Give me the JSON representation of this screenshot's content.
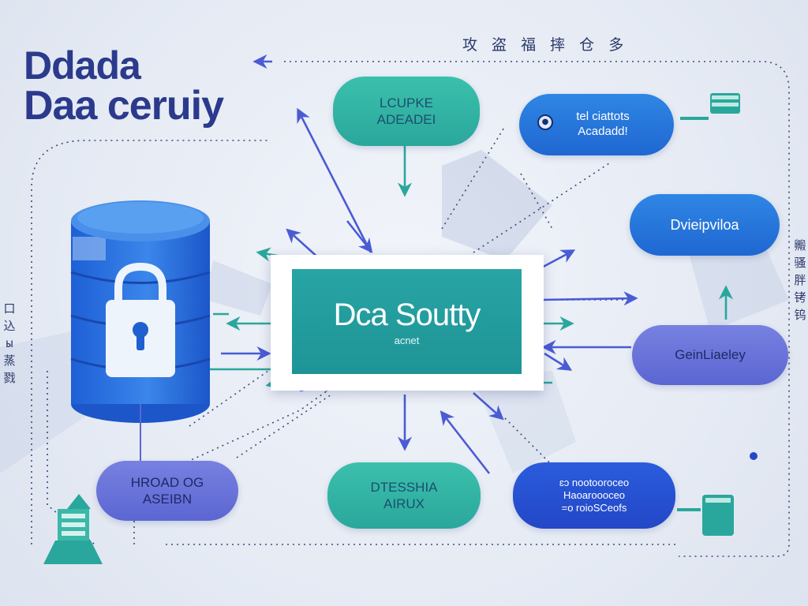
{
  "header": {
    "title_line1": "Ddada",
    "title_line2": "Daa ceruiy",
    "top_text": "攻 盗 福 摔 仓 多"
  },
  "side_text": {
    "left": "口込ы蒸戮",
    "right": "毈骚胖铐钨"
  },
  "center": {
    "title": "Dca Soutty",
    "subtitle": "acnet"
  },
  "nodes": {
    "top_left": {
      "line1": "LCUPKE",
      "line2": "ADEADEI"
    },
    "top_right": {
      "line1": "tel ciattots",
      "line2": "Acadadd!"
    },
    "right_1": {
      "label": "Dvieipviloa"
    },
    "right_2": {
      "label": "GeinLiaeley"
    },
    "bot_left": {
      "line1": "HROAD OG",
      "line2": "ASEIBN"
    },
    "bot_center": {
      "line1": "DTESSHIA",
      "line2": "AIRUX"
    },
    "bot_right": {
      "line1": "ɛɔ nootooroceo",
      "line2": "Haoaroooceo",
      "line3": "=o roioSCeofs"
    }
  },
  "colors": {
    "teal": "#2aa79c",
    "blue": "#1f67d2",
    "violet": "#5c66d2",
    "royal": "#2347c7",
    "title": "#2b3a8c",
    "background": "#e6ebf4"
  },
  "icons": [
    "database-icon",
    "lock-icon",
    "server-icon",
    "shield-icon",
    "arrow-icon"
  ]
}
